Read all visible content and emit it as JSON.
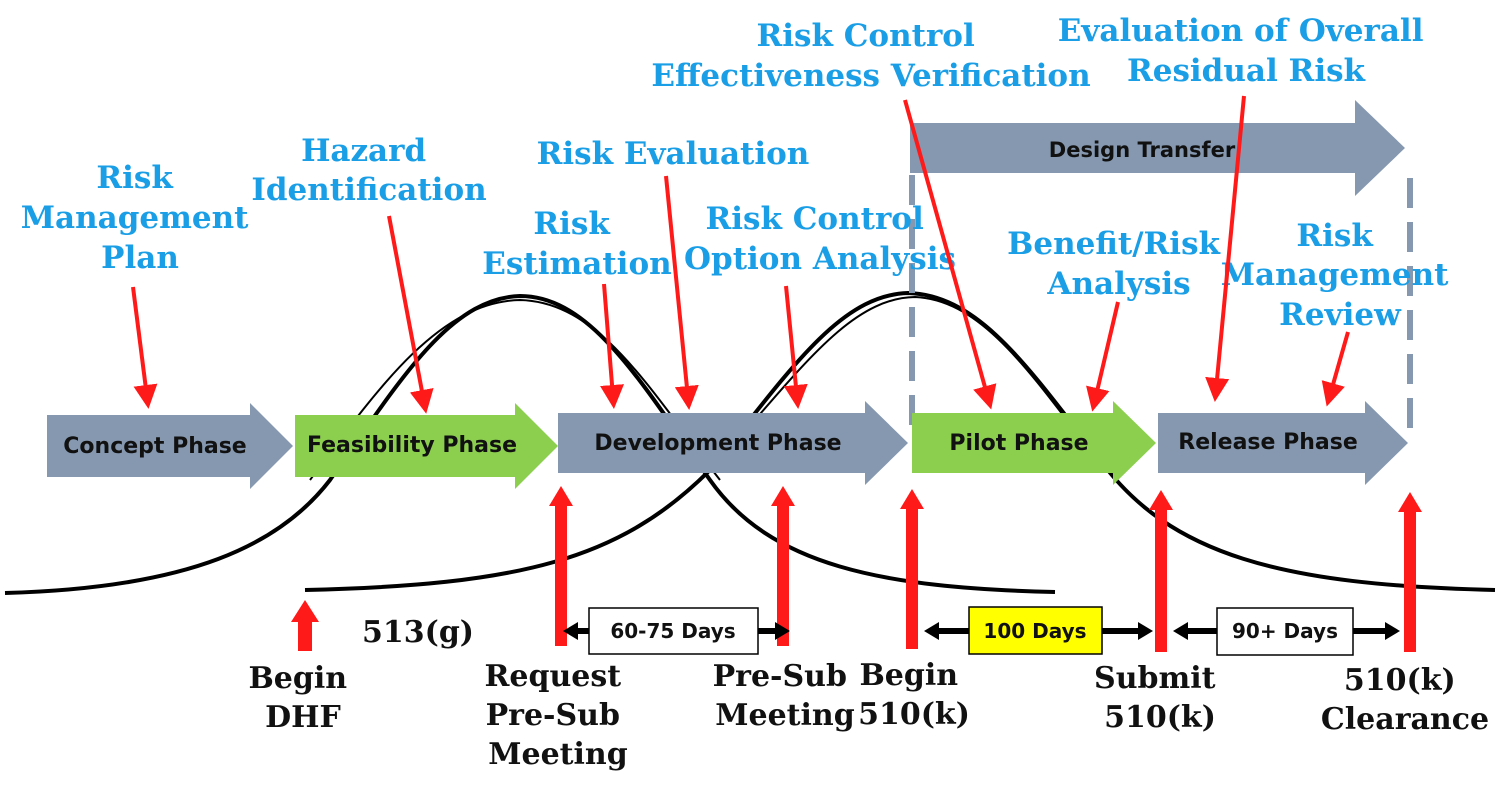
{
  "colors": {
    "gray_arrow": "#8598b0",
    "green_arrow": "#8ccf4f",
    "red": "#ff1a1a",
    "blue_text": "#1a9ee6",
    "highlight": "#ffff00"
  },
  "top_labels": {
    "risk_management_plan": [
      "Risk",
      "Management",
      "Plan"
    ],
    "hazard_identification": [
      "Hazard",
      "Identification"
    ],
    "risk_evaluation": [
      "Risk Evaluation"
    ],
    "risk_estimation": [
      "Risk",
      "Estimation"
    ],
    "risk_control_option_analysis": [
      "Risk Control",
      "Option Analysis"
    ],
    "risk_control_effectiveness_verification": [
      "Risk Control",
      "Effectiveness Verification"
    ],
    "evaluation_overall_residual_risk": [
      "Evaluation of Overall",
      "Residual Risk"
    ],
    "benefit_risk_analysis": [
      "Benefit/Risk",
      "Analysis"
    ],
    "risk_management_review": [
      "Risk",
      "Management",
      "Review"
    ]
  },
  "design_transfer_label": "Design Transfer",
  "phases": {
    "concept": "Concept Phase",
    "feasibility": "Feasibility Phase",
    "development": "Development Phase",
    "pilot": "Pilot Phase",
    "release": "Release Phase"
  },
  "duration_boxes": {
    "pre_sub": "60-75 Days",
    "review": "100 Days",
    "clearance": "90+ Days"
  },
  "milestones": {
    "begin_dhf": [
      "Begin",
      "DHF"
    ],
    "regulation": "513(g)",
    "request_pre_sub": [
      "Request",
      "Pre-Sub",
      "Meeting"
    ],
    "pre_sub_meeting": [
      "Pre-Sub",
      "Meeting"
    ],
    "begin_510k": [
      "Begin",
      "510(k)"
    ],
    "submit_510k": [
      "Submit",
      "510(k)"
    ],
    "clearance_510k": [
      "510(k)",
      "Clearance"
    ]
  }
}
